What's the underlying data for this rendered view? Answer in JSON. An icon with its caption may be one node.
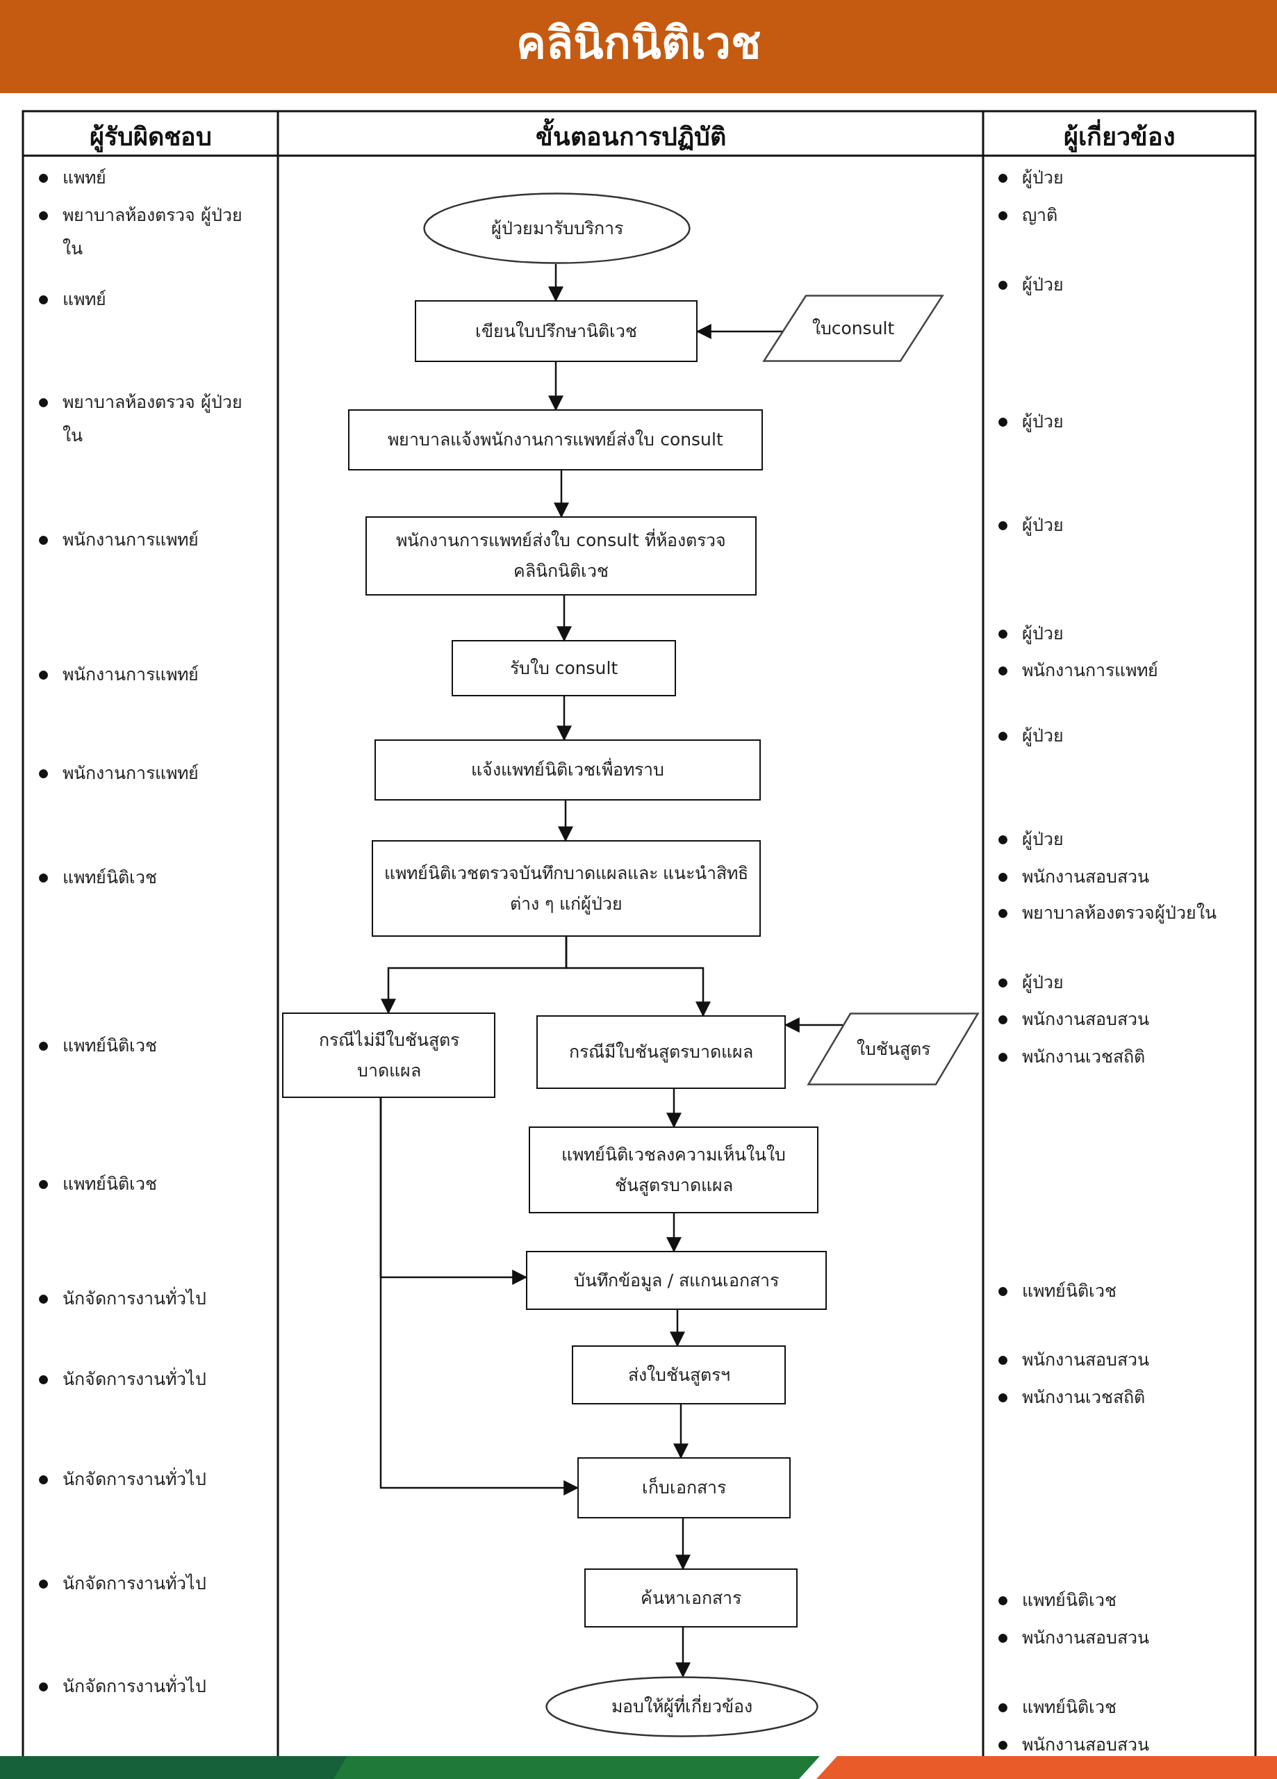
{
  "diagram": {
    "title": "คลินิกนิติเวช",
    "nodes": [
      {
        "text": [
          "ผู้ป่วยมารับบริการ"
        ]
      },
      {
        "text": [
          "เขียนใบปรึกษานิติเวช"
        ]
      },
      {
        "text": [
          "ใบconsult"
        ]
      },
      {
        "text": [
          "พยาบาลแจ้งพนักงานการแพทย์ส่งใบ consult"
        ]
      },
      {
        "text": [
          "พนักงานการแพทย์ส่งใบ consult ที่ห้องตรวจคลินิกนิติเวช"
        ]
      },
      {
        "text": [
          "รับใบ consult"
        ]
      },
      {
        "text": [
          "แจ้งแพทย์นิติเวชเพื่อทราบ"
        ]
      },
      {
        "text": [
          "แพทย์นิติเวชตรวจบันทึกบาดแผลและ แนะนำสิทธิต่าง ๆ  แก่ผู้ป่วย"
        ]
      },
      {
        "text": [
          "กรณีไม่มีใบชันสูตร บาดแผล"
        ]
      },
      {
        "text": [
          "กรณีมีใบชันสูตรบาดแผล"
        ]
      },
      {
        "text": [
          "ใบชันสูตร"
        ]
      },
      {
        "text": [
          "แพทย์นิติเวชลงความเห็นในใบ ชันสูตรบาดแผล"
        ]
      },
      {
        "text": [
          "บันทึกข้อมูล / สแกนเอกสาร"
        ]
      },
      {
        "text": [
          "ส่งใบชันสูตรฯ"
        ]
      },
      {
        "text": [
          "เก็บเอกสาร"
        ]
      },
      {
        "text": [
          "ค้นหาเอกสาร"
        ]
      },
      {
        "text": [
          "มอบให้ผู้ที่เกี่ยวข้อง"
        ]
      }
    ],
    "edges": [
      {
        "from": 0,
        "to": 1,
        "arrow": "to"
      },
      {
        "from": 2,
        "to": 1,
        "arrow": "to"
      },
      {
        "from": 1,
        "to": 3,
        "arrow": "to"
      },
      {
        "from": 3,
        "to": 4,
        "arrow": "to"
      },
      {
        "from": 4,
        "to": 5,
        "arrow": "to"
      },
      {
        "from": 5,
        "to": 6,
        "arrow": "to"
      },
      {
        "from": 6,
        "to": 7,
        "arrow": "to"
      },
      {
        "from": 7,
        "to": 8,
        "arrow": "to"
      },
      {
        "from": 7,
        "to": 9,
        "arrow": "to"
      },
      {
        "from": 10,
        "to": 9,
        "arrow": "to"
      },
      {
        "from": 9,
        "to": 11,
        "arrow": "to"
      },
      {
        "from": 11,
        "to": 12,
        "arrow": "to"
      },
      {
        "from": 8,
        "to": 12,
        "arrow": "to"
      },
      {
        "from": 8,
        "to": 14,
        "arrow": "to"
      },
      {
        "from": 12,
        "to": 13,
        "arrow": "to"
      },
      {
        "from": 13,
        "to": 14,
        "arrow": "to"
      },
      {
        "from": 14,
        "to": 15,
        "arrow": "to"
      },
      {
        "from": 15,
        "to": 16,
        "arrow": "to"
      }
    ],
    "labels": [
      "ผู้รับผิดชอบ",
      "ขั้นตอนการปฏิบัติ",
      "ผู้เกี่ยวข้อง",
      "แพทย์",
      "พยาบาลห้องตรวจ ผู้ป่วยใน",
      "แพทย์",
      "พยาบาลห้องตรวจ ผู้ป่วยใน",
      "พนักงานการแพทย์",
      "พนักงานการแพทย์",
      "พนักงานการแพทย์",
      "แพทย์นิติเวช",
      "แพทย์นิติเวช",
      "แพทย์นิติเวช",
      "นักจัดการงานทั่วไป",
      "นักจัดการงานทั่วไป",
      "นักจัดการงานทั่วไป",
      "นักจัดการงานทั่วไป",
      "นักจัดการงานทั่วไป",
      "ผู้ป่วย",
      "ญาติ",
      "ผู้ป่วย",
      "ผู้ป่วย",
      "ผู้ป่วย",
      "ผู้ป่วย",
      "พนักงานการแพทย์",
      "ผู้ป่วย",
      "ผู้ป่วย",
      "พนักงานสอบสวน",
      "พยาบาลห้องตรวจผู้ป่วยใน",
      "ผู้ป่วย",
      "พนักงานสอบสวน",
      "พนักงานเวชสถิติ",
      "แพทย์นิติเวช",
      "พนักงานสอบสวน",
      "พนักงานเวชสถิติ",
      "แพทย์นิติเวช",
      "พนักงานสอบสวน",
      "แพทย์นิติเวช",
      "พนักงานสอบสวน"
    ]
  }
}
